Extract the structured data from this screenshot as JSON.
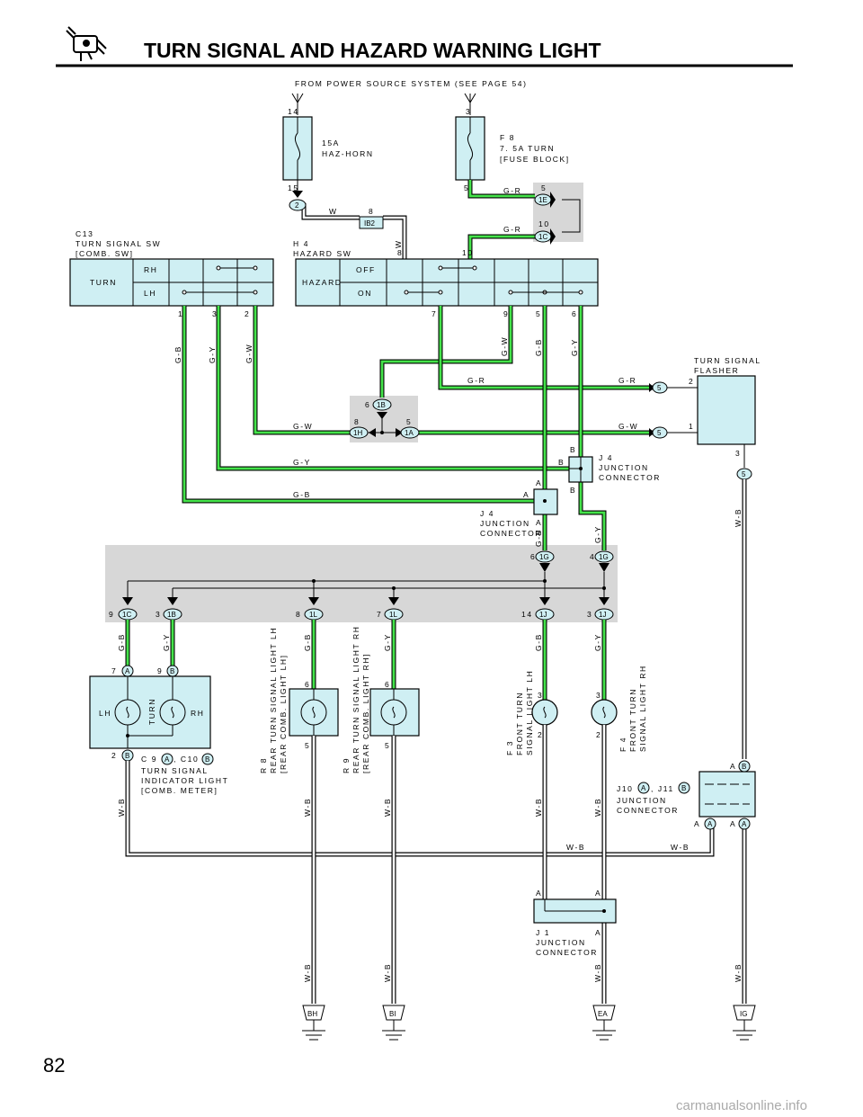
{
  "title": "TURN SIGNAL AND HAZARD WARNING LIGHT",
  "page_number": "82",
  "watermark": "carmanualsonline.info",
  "power_source": "FROM POWER SOURCE SYSTEM (SEE PAGE 54)",
  "fuses": {
    "haz_horn": {
      "line1": "15A",
      "line2": "HAZ-HORN",
      "pin_top": "14",
      "pin_bottom": "15"
    },
    "turn": {
      "line1": "F 8",
      "line2": "7. 5A TURN",
      "line3": "[FUSE BLOCK]",
      "pin_top": "3",
      "pin_bottom": "5"
    }
  },
  "components": {
    "turn_sw": {
      "line1": "C13",
      "line2": "TURN SIGNAL SW",
      "line3": "[COMB. SW]",
      "label": "TURN",
      "rh": "RH",
      "lh": "LH",
      "pin1": "1",
      "pin3": "3",
      "pin2": "2"
    },
    "hazard_sw": {
      "line1": "H 4",
      "line2": "HAZARD SW",
      "label": "HAZARD",
      "off": "OFF",
      "on": "ON",
      "pin8": "8",
      "pin10": "10",
      "pin7": "7",
      "pin9": "9",
      "pin5": "5",
      "pin6": "6"
    },
    "flasher": {
      "line1": "TURN SIGNAL",
      "line2": "FLASHER",
      "pin2": "2",
      "pin1": "1",
      "pin3": "3"
    },
    "j4": {
      "line1": "J 4",
      "line2": "JUNCTION",
      "line3": "CONNECTOR"
    },
    "indicator": {
      "lh": "LH",
      "turn": "TURN",
      "rh": "RH",
      "c9": "C 9",
      "c10": ", C10",
      "line1": "TURN SIGNAL",
      "line2": "INDICATOR LIGHT",
      "line3": "[COMB. METER]",
      "pin7": "7",
      "pin9": "9",
      "pin2": "2"
    },
    "r8": {
      "line1": "R 8",
      "line2": "REAR TURN SIGNAL LIGHT LH",
      "line3": "[REAR COMB. LIGHT LH]",
      "pin_top": "6",
      "pin_bottom": "5"
    },
    "r9": {
      "line1": "R 9",
      "line2": "REAR TURN SIGNAL LIGHT RH",
      "line3": "[REAR COMB. LIGHT RH]",
      "pin_top": "6",
      "pin_bottom": "5"
    },
    "f3": {
      "line1": "F 3",
      "line2": "FRONT TURN",
      "line3": "SIGNAL LIGHT LH",
      "pin_top": "3",
      "pin_bottom": "2"
    },
    "f4": {
      "line1": "F 4",
      "line2": "FRONT TURN",
      "line3": "SIGNAL LIGHT RH",
      "pin_top": "3",
      "pin_bottom": "2"
    },
    "j10": {
      "line1": "J10",
      "j11": ", J11",
      "line2": "JUNCTION",
      "line3": "CONNECTOR"
    },
    "j1": {
      "line1": "J 1",
      "line2": "JUNCTION",
      "line3": "CONNECTOR"
    }
  },
  "connectors": {
    "c2": "2",
    "ib2": "IB2",
    "ib2_pin": "8",
    "ib2_pin2": "8",
    "c1e": "1E",
    "c1e_pin": "5",
    "c1c_top": "1C",
    "c1c_top_pin": "10",
    "c1b_mid": "1B",
    "c1b_mid_pin": "6",
    "c1h": "1H",
    "c1h_pin": "8",
    "c1a": "1A",
    "c1a_pin": "5",
    "flasher_conn": "5",
    "c1g_a": "1G",
    "c1g_a_pin": "6",
    "c1g_b": "1G",
    "c1g_b_pin": "4",
    "c1c_bot": "1C",
    "c1c_bot_pin": "9",
    "c1b_bot": "1B",
    "c1b_bot_pin": "3",
    "c1l_a": "1L",
    "c1l_a_pin": "8",
    "c1l_b": "1L",
    "c1l_b_pin": "7",
    "c1j_a": "1J",
    "c1j_a_pin": "14",
    "c1j_b": "1J",
    "c1j_b_pin": "3"
  },
  "wire_colors": {
    "w": "W",
    "gr": "G-R",
    "gb": "G-B",
    "gy": "G-Y",
    "gw": "G-W",
    "wb": "W-B"
  },
  "letters": {
    "a": "A",
    "b": "B"
  },
  "grounds": {
    "bh": "BH",
    "bi": "BI",
    "ea": "EA",
    "ig": "IG"
  }
}
